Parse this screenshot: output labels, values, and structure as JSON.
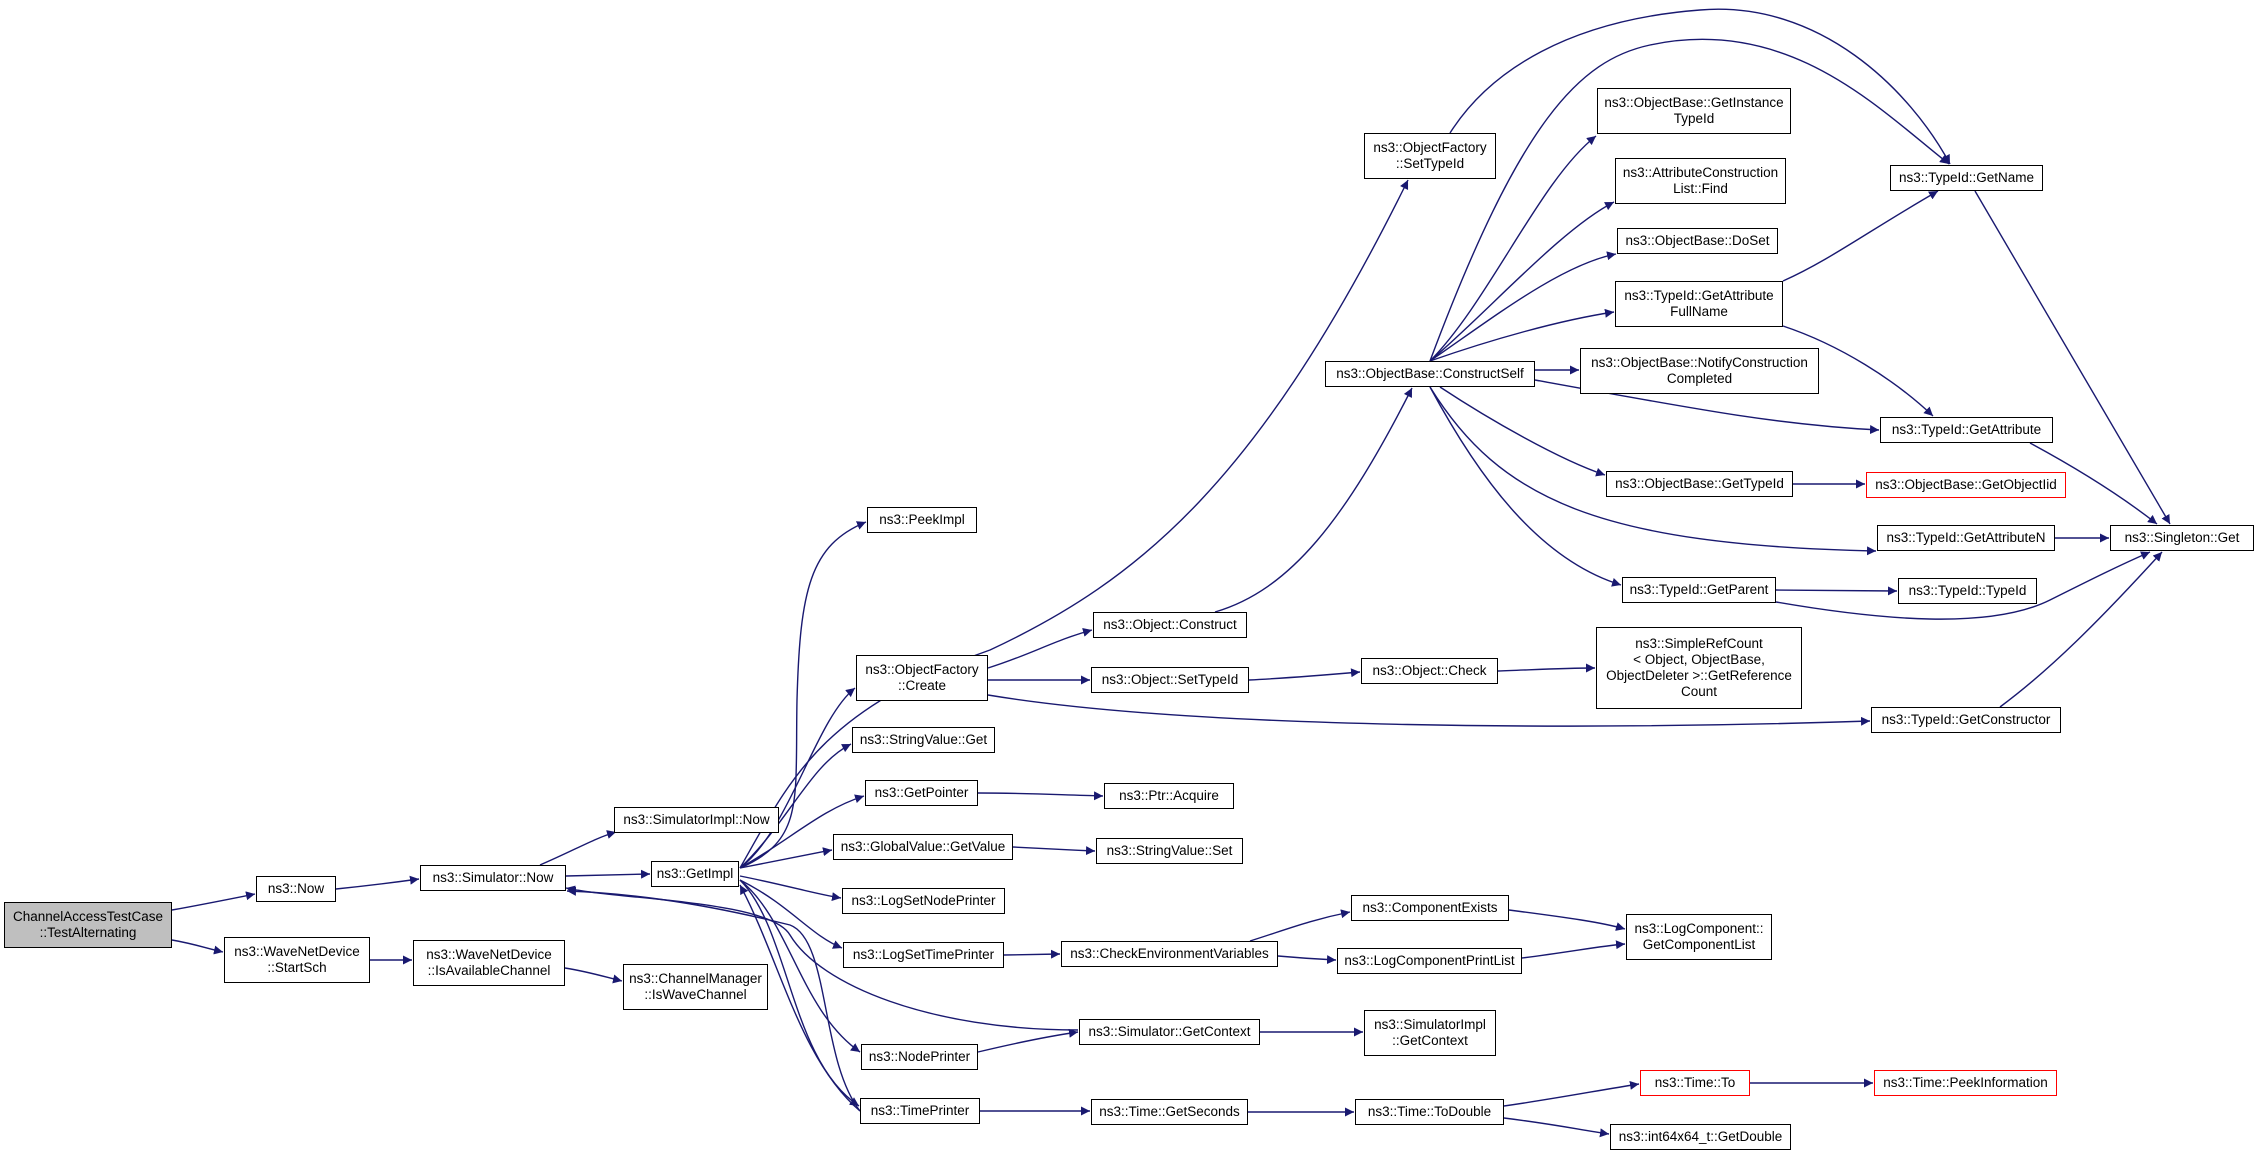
{
  "colors": {
    "edge": "#191970",
    "node_border": "#000000",
    "root_fill": "#bfbfbf",
    "truncated_border": "#ff0000"
  },
  "nodes": {
    "root": [
      "ChannelAccessTestCase",
      "::TestAlternating"
    ],
    "now": [
      "ns3::Now"
    ],
    "startsch": [
      "ns3::WaveNetDevice",
      "::StartSch"
    ],
    "simnow": [
      "ns3::Simulator::Now"
    ],
    "isavail": [
      "ns3::WaveNetDevice",
      "::IsAvailableChannel"
    ],
    "simimplnow": [
      "ns3::SimulatorImpl::Now"
    ],
    "getimpl": [
      "ns3::GetImpl"
    ],
    "iswave": [
      "ns3::ChannelManager",
      "::IsWaveChannel"
    ],
    "peekimpl": [
      "ns3::PeekImpl"
    ],
    "ofcreate": [
      "ns3::ObjectFactory",
      "::Create"
    ],
    "svget": [
      "ns3::StringValue::Get"
    ],
    "getpointer": [
      "ns3::GetPointer"
    ],
    "gvgetvalue": [
      "ns3::GlobalValue::GetValue"
    ],
    "logsetnode": [
      "ns3::LogSetNodePrinter"
    ],
    "logsettime": [
      "ns3::LogSetTimePrinter"
    ],
    "nodeprinter": [
      "ns3::NodePrinter"
    ],
    "timeprinter": [
      "ns3::TimePrinter"
    ],
    "ofsettypeid": [
      "ns3::ObjectFactory",
      "::SetTypeId"
    ],
    "objconstruct": [
      "ns3::Object::Construct"
    ],
    "objsettypeid": [
      "ns3::Object::SetTypeId"
    ],
    "ptracquire": [
      "ns3::Ptr::Acquire"
    ],
    "svset": [
      "ns3::StringValue::Set"
    ],
    "checkenv": [
      "ns3::CheckEnvironmentVariables"
    ],
    "simgetctx": [
      "ns3::Simulator::GetContext"
    ],
    "timegetsec": [
      "ns3::Time::GetSeconds"
    ],
    "constructself": [
      "ns3::ObjectBase::ConstructSelf"
    ],
    "objcheck": [
      "ns3::Object::Check"
    ],
    "compexists": [
      "ns3::ComponentExists"
    ],
    "logcompprint": [
      "ns3::LogComponentPrintList"
    ],
    "simimplgetctx": [
      "ns3::SimulatorImpl",
      "::GetContext"
    ],
    "todouble": [
      "ns3::Time::ToDouble"
    ],
    "getinsttid": [
      "ns3::ObjectBase::GetInstance",
      "TypeId"
    ],
    "attrfind": [
      "ns3::AttributeConstruction",
      "List::Find"
    ],
    "doset": [
      "ns3::ObjectBase::DoSet"
    ],
    "getattrfull": [
      "ns3::TypeId::GetAttribute",
      "FullName"
    ],
    "notifyconst": [
      "ns3::ObjectBase::NotifyConstruction",
      "Completed"
    ],
    "obgettypeid": [
      "ns3::ObjectBase::GetTypeId"
    ],
    "tidgetparent": [
      "ns3::TypeId::GetParent"
    ],
    "simplerefcount": [
      "ns3::SimpleRefCount",
      "< Object, ObjectBase,",
      "ObjectDeleter >::GetReference",
      "Count"
    ],
    "logcompget": [
      "ns3::LogComponent::",
      "GetComponentList"
    ],
    "timeto": [
      "ns3::Time::To"
    ],
    "int64getdouble": [
      "ns3::int64x64_t::GetDouble"
    ],
    "tidgetname": [
      "ns3::TypeId::GetName"
    ],
    "tidgetattr": [
      "ns3::TypeId::GetAttribute"
    ],
    "getobjectiid": [
      "ns3::ObjectBase::GetObjectIid"
    ],
    "tidgetattrn": [
      "ns3::TypeId::GetAttributeN"
    ],
    "tidtypeid": [
      "ns3::TypeId::TypeId"
    ],
    "tidgetctor": [
      "ns3::TypeId::GetConstructor"
    ],
    "peekinfo": [
      "ns3::Time::PeekInformation"
    ],
    "singleton": [
      "ns3::Singleton::Get"
    ]
  }
}
